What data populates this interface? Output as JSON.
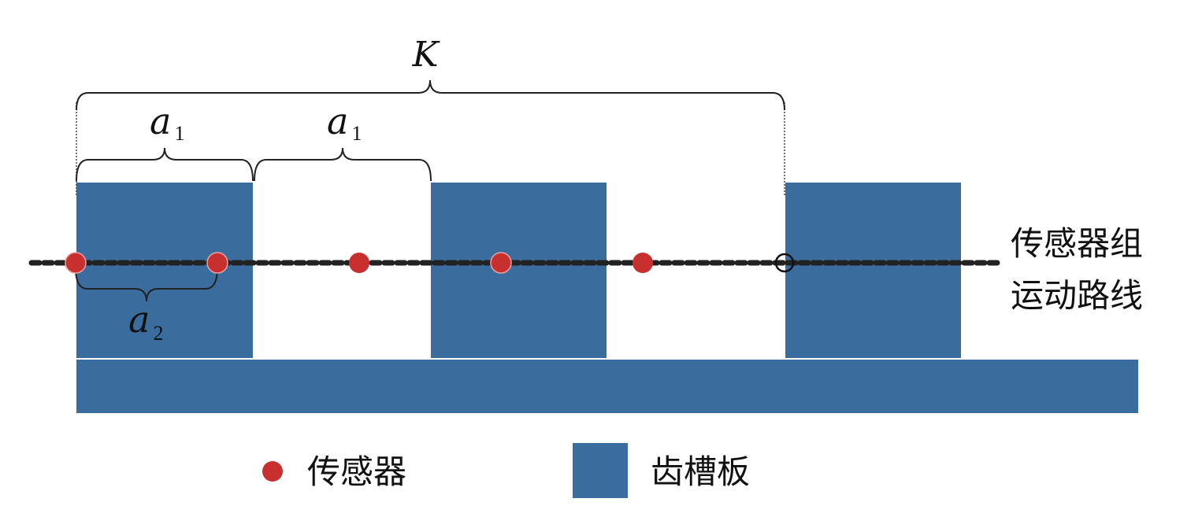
{
  "labels": {
    "K": "K",
    "a1_left": {
      "base": "a",
      "sub": "1"
    },
    "a1_right": {
      "base": "a",
      "sub": "1"
    },
    "a2": {
      "base": "a",
      "sub": "2"
    },
    "path_line1": "传感器组",
    "path_line2": "运动路线"
  },
  "legend": {
    "sensor": "传感器",
    "tooth_plate": "齿槽板"
  },
  "colors": {
    "plate": "#3a6d9e",
    "sensor": "#c8302f",
    "line": "#222222"
  }
}
